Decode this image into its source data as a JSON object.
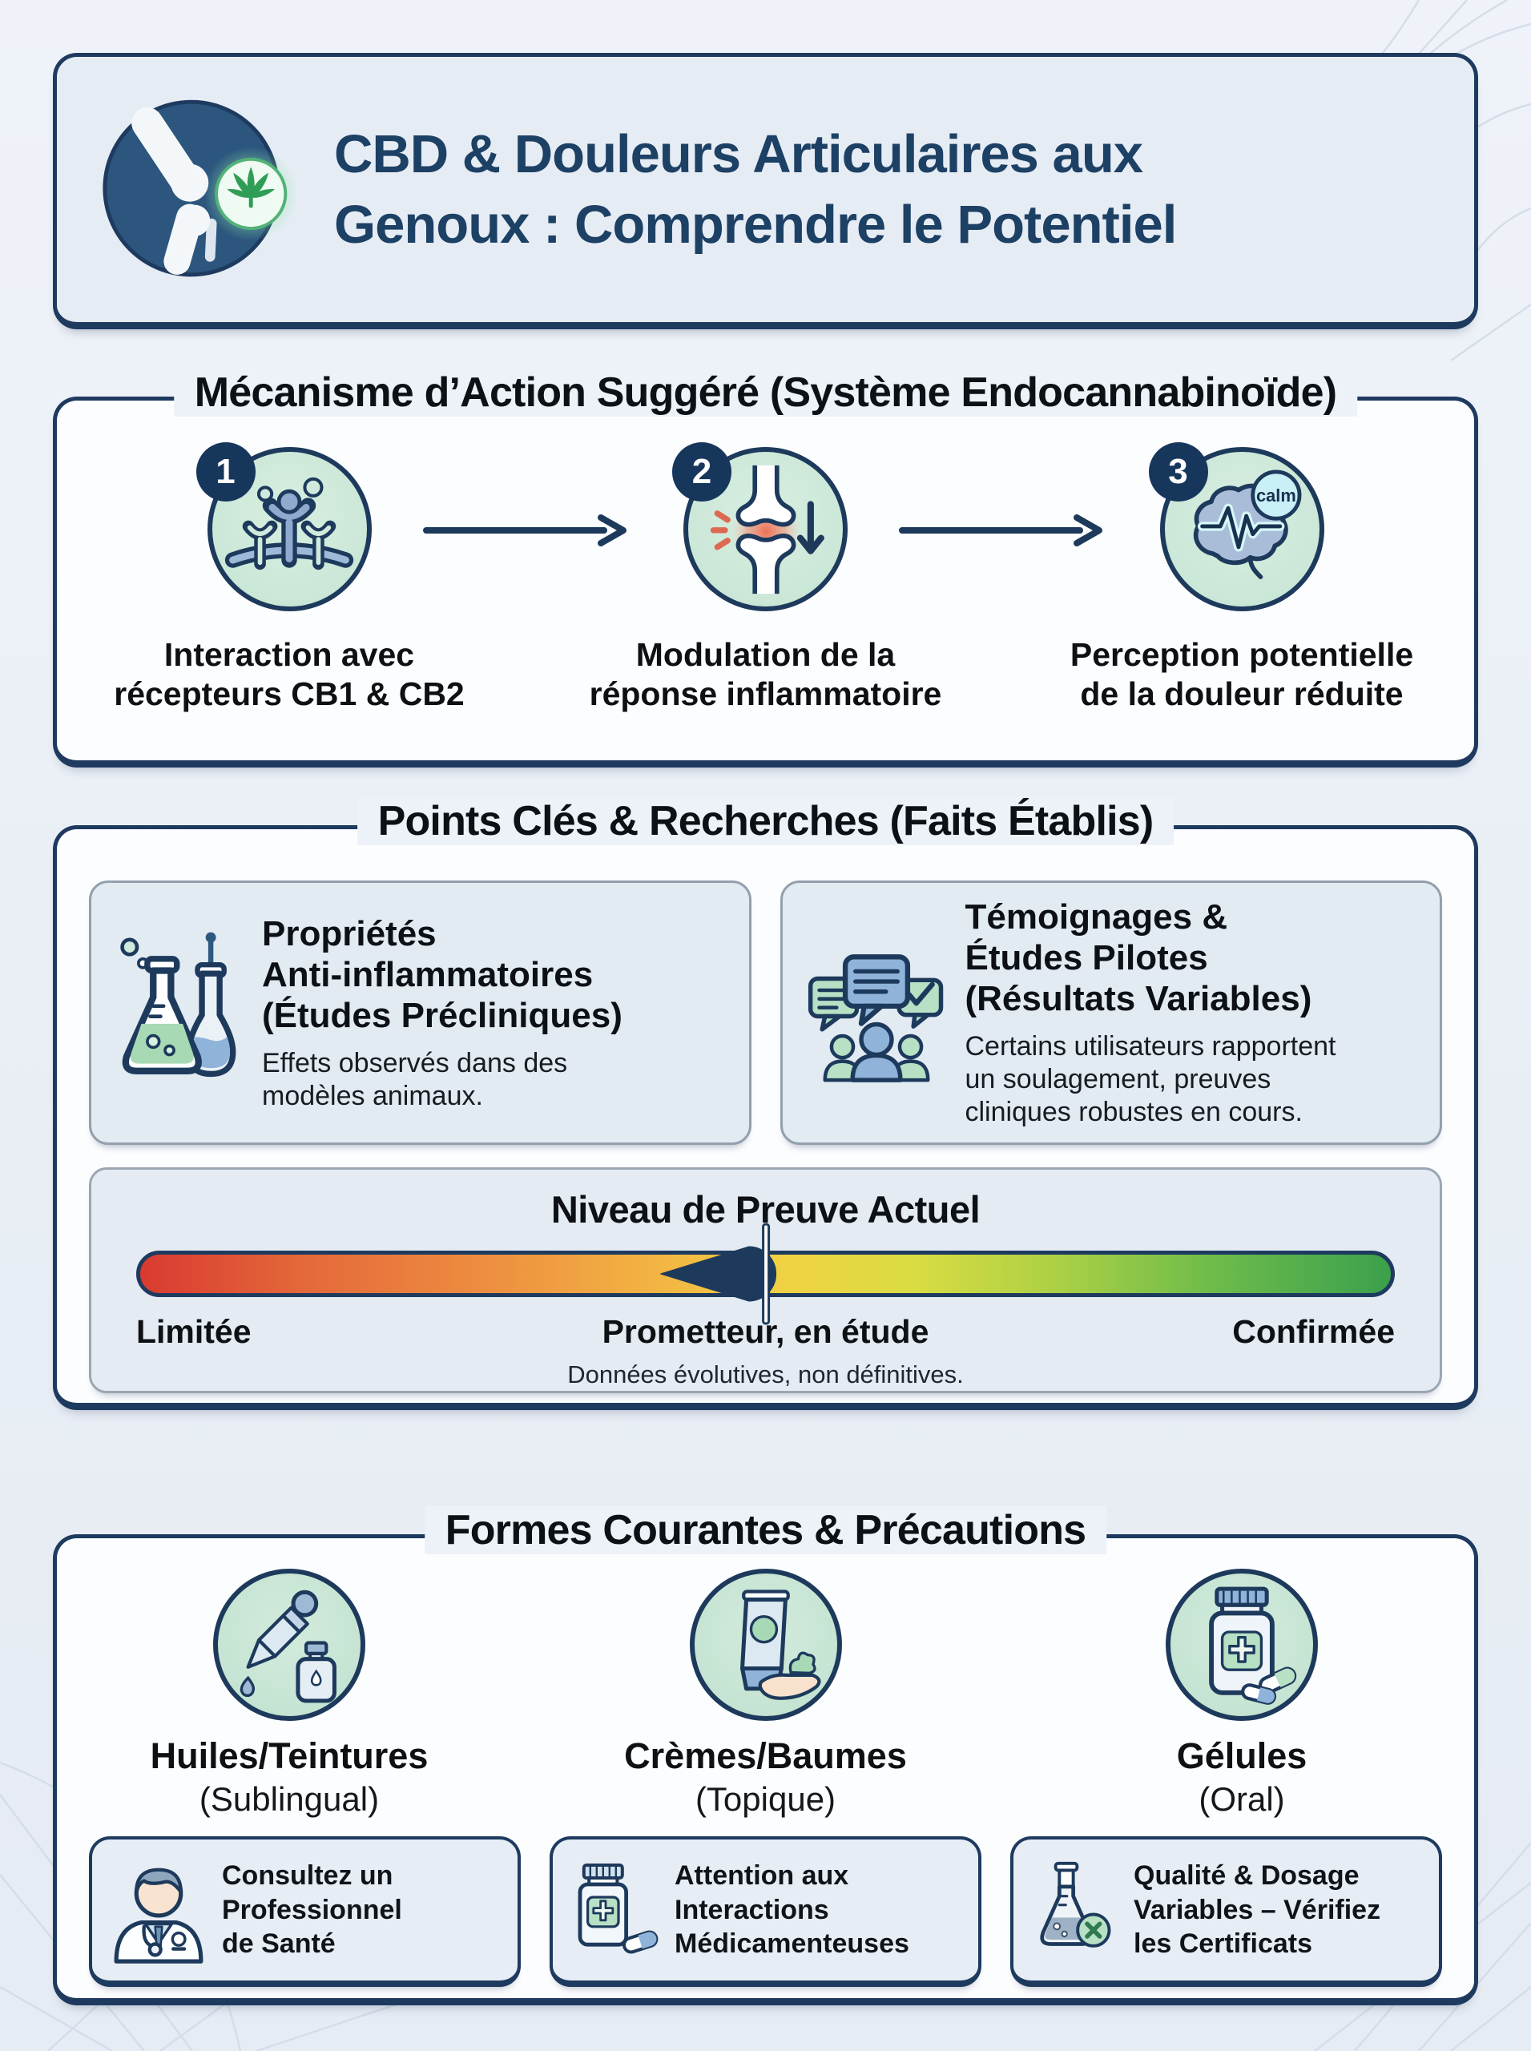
{
  "colors": {
    "navy_outline": "#1d3a5c",
    "header_title": "#1d4065",
    "section_bg": "#fcfdff",
    "page_bg": "#e9eef5",
    "mint_circle": "#cbe7d8",
    "leaf_green": "#2f9d55",
    "card_bg": "#e2eaf2",
    "bar_red": "#d93a30",
    "bar_yellow": "#f0d343",
    "bar_green": "#3ba04c"
  },
  "icons": {
    "logo": "knee-joint-cannabis-logo",
    "step1": "cb-receptors-icon",
    "step2": "inflamed-joint-icon",
    "step3": "calm-brain-icon",
    "card1": "lab-flasks-icon",
    "card2": "testimonials-people-icon",
    "meter": "evidence-marker-icon",
    "form1": "oil-tincture-dropper-icon",
    "form2": "cream-balm-hand-icon",
    "form3": "capsules-bottle-icon",
    "caution1": "doctor-icon",
    "caution2": "drug-interactions-icon",
    "caution3": "quality-flask-icon"
  },
  "header": {
    "title_line1": "CBD & Douleurs Articulaires aux",
    "title_line2": "Genoux : Comprendre le Potentiel"
  },
  "mechanism": {
    "title": "Mécanisme d’Action Suggéré (Système Endocannabinoïde)",
    "steps": [
      {
        "number": "1",
        "caption_lines": [
          "Interaction avec",
          "récepteurs CB1 & CB2"
        ]
      },
      {
        "number": "2",
        "caption_lines": [
          "Modulation de la",
          "réponse inflammatoire"
        ]
      },
      {
        "number": "3",
        "caption_lines": [
          "Perception potentielle",
          "de la douleur réduite"
        ],
        "brain_badge": "calm"
      }
    ]
  },
  "key_points": {
    "title": "Points Clés & Recherches (Faits Établis)",
    "cards": [
      {
        "heading_lines": [
          "Propriétés",
          "Anti-inflammatoires",
          "(Études Précliniques)"
        ],
        "body_lines": [
          "Effets observés dans des",
          "modèles animaux."
        ]
      },
      {
        "heading_lines": [
          "Témoignages &",
          "Études Pilotes",
          "(Résultats Variables)"
        ],
        "body_lines": [
          "Certains utilisateurs rapportent",
          "un soulagement, preuves",
          "cliniques robustes en cours."
        ]
      }
    ],
    "evidence_meter": {
      "title": "Niveau de Preuve Actuel",
      "left_label": "Limitée",
      "center_label": "Prometteur, en étude",
      "right_label": "Confirmée",
      "note": "Données évolutives, non définitives.",
      "marker_position_percent": 50
    }
  },
  "forms": {
    "title": "Formes Courantes & Précautions",
    "items": [
      {
        "name": "Huiles/Teintures",
        "route": "(Sublingual)"
      },
      {
        "name": "Crèmes/Baumes",
        "route": "(Topique)"
      },
      {
        "name": "Gélules",
        "route": "(Oral)"
      }
    ],
    "cautions": [
      {
        "lines": [
          "Consultez un",
          "Professionnel",
          "de Santé"
        ]
      },
      {
        "lines": [
          "Attention aux",
          "Interactions",
          "Médicamenteuses"
        ]
      },
      {
        "lines": [
          "Qualité & Dosage",
          "Variables – Vérifiez",
          "les Certificats"
        ]
      }
    ]
  }
}
